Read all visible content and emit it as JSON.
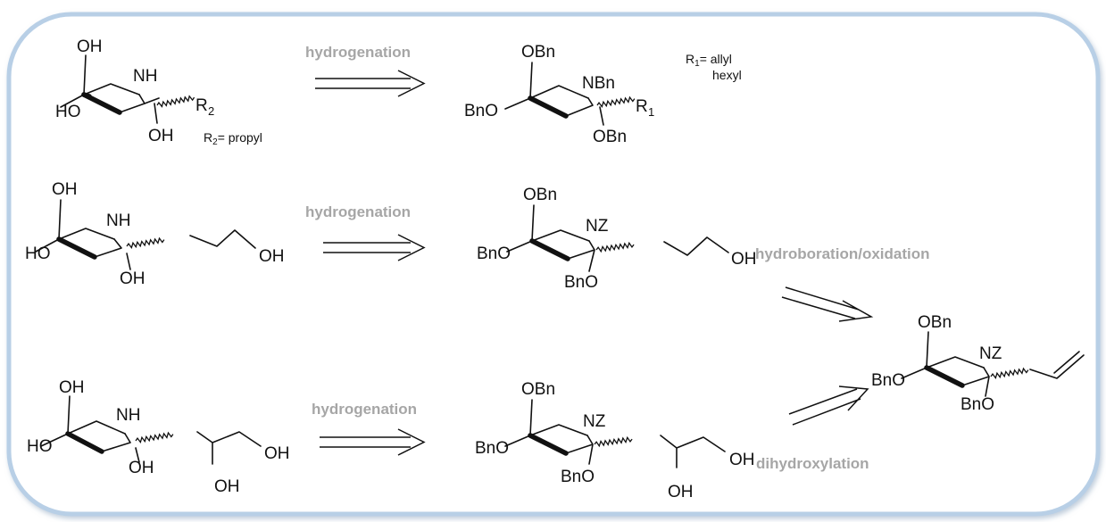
{
  "frame_color": "#b8cfe6",
  "text_color": "#111111",
  "reaction_label_color": "#a6a6a6",
  "reactions": {
    "row1_label": "hydrogenation",
    "row2_label": "hydrogenation",
    "row3_label": "hydrogenation",
    "upper_right_label": "hydroboration/oxidation",
    "lower_right_label": "dihydroxylation"
  },
  "substituents": {
    "r1_line1": "R",
    "r1_index": "1",
    "r1_line1_suffix": "= allyl",
    "r1_line2": "hexyl",
    "r2_prefix": "R",
    "r2_index": "2",
    "r2_suffix": "= propyl"
  },
  "labels": {
    "OH": "OH",
    "HO": "HO",
    "NH": "NH",
    "OBn": "OBn",
    "BnO": "BnO",
    "NBn": "NBn",
    "NZ": "NZ",
    "R": "R",
    "sub1": "1",
    "sub2": "2"
  }
}
